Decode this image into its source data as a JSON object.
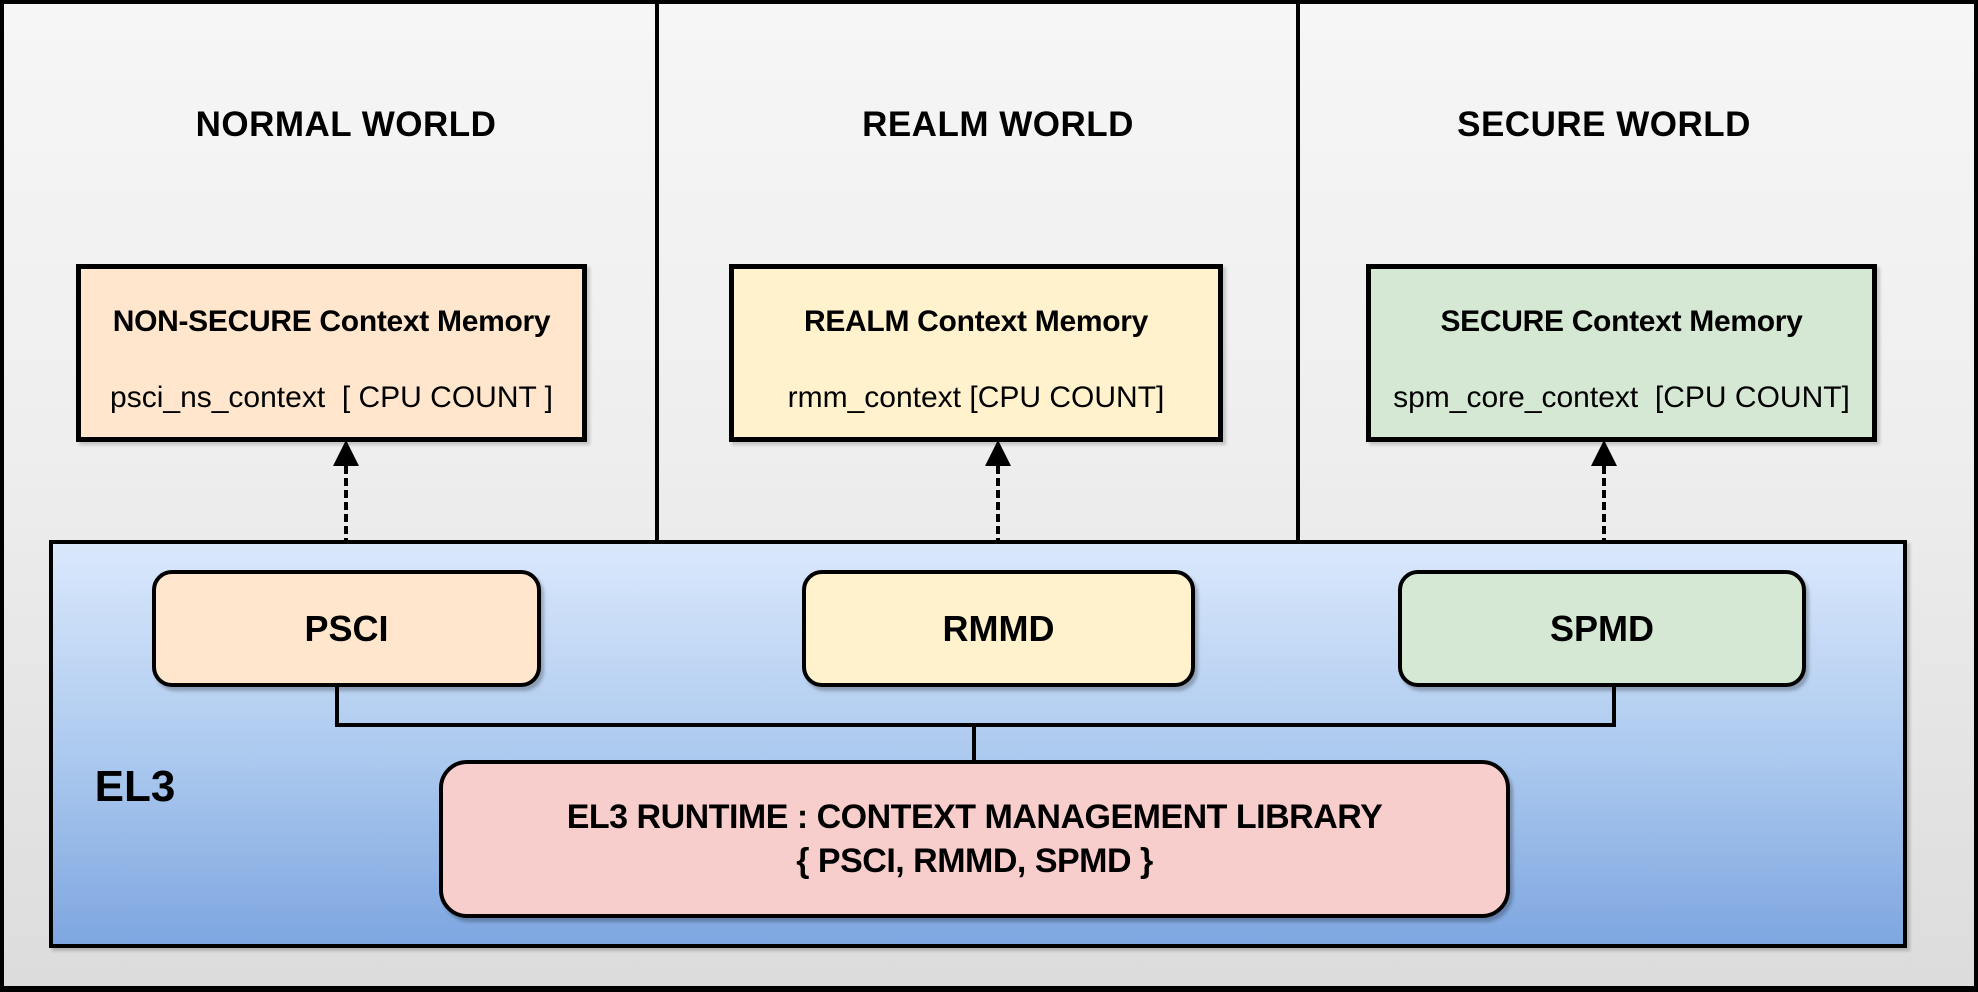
{
  "worlds": [
    {
      "title": "NORMAL WORLD",
      "memory_title": "NON-SECURE Context Memory",
      "memory_value": "psci_ns_context  [ CPU COUNT ]",
      "module": "PSCI"
    },
    {
      "title": "REALM WORLD",
      "memory_title": "REALM Context Memory",
      "memory_value": "rmm_context [CPU COUNT]",
      "module": "RMMD"
    },
    {
      "title": "SECURE WORLD",
      "memory_title": "SECURE Context Memory",
      "memory_value": "spm_core_context  [CPU COUNT]",
      "module": "SPMD"
    }
  ],
  "el3": {
    "label": "EL3",
    "runtime_title": "EL3 RUNTIME : CONTEXT MANAGEMENT LIBRARY",
    "runtime_subtitle": "{ PSCI, RMMD, SPMD }"
  },
  "colors": {
    "normal": "#FFE6CC",
    "realm": "#FFF2CC",
    "secure": "#D5E8D4",
    "runtime": "#F8CECC",
    "el3_gradient_top": "#DAE8FC",
    "el3_gradient_bottom": "#7EA6E0",
    "background": "#F2F2F2",
    "line": "#000000"
  }
}
